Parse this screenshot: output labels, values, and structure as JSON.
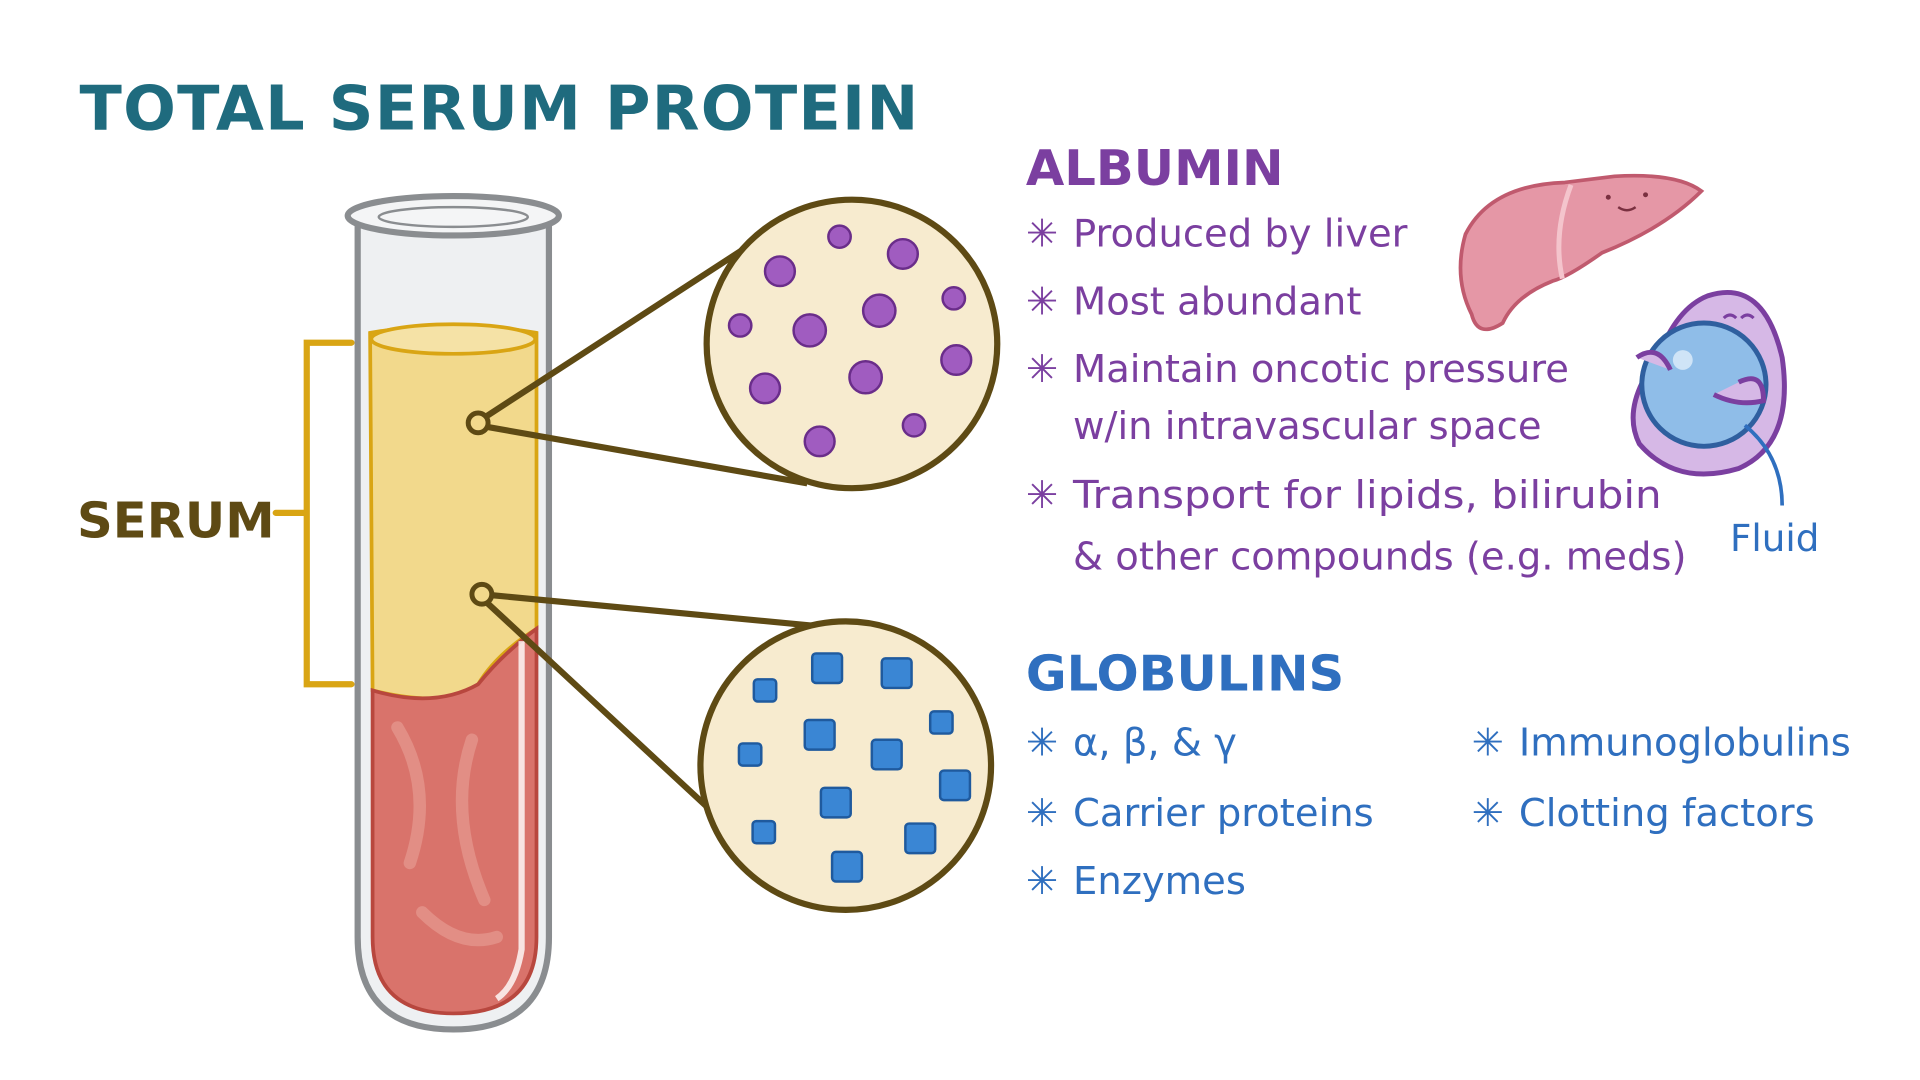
{
  "title": "TOTAL SERUM PROTEIN",
  "serum_label": "SERUM",
  "albumin": {
    "heading": "ALBUMIN",
    "bullet_symbol": "✳",
    "bullets": [
      {
        "lines": [
          "Produced by liver"
        ]
      },
      {
        "lines": [
          "Most abundant"
        ]
      },
      {
        "lines": [
          "Maintain oncotic pressure",
          "w/in intravascular space"
        ]
      },
      {
        "lines": [
          "Transport for lipids, bilirubin",
          "& other compounds (e.g. meds)"
        ]
      }
    ],
    "fluid_label": "Fluid"
  },
  "globulins": {
    "heading": "GLOBULINS",
    "col1": [
      "α, β, & γ",
      "Carrier proteins",
      "Enzymes"
    ],
    "col2": [
      "Immunoglobulins",
      "Clotting factors"
    ]
  },
  "colors": {
    "title": "#1f6b7e",
    "serum": "#5e4a14",
    "albumin": "#7b3fa0",
    "globulins": "#2f6fbf",
    "bracket": "#d9a514",
    "circle_fill": "#f7ebcf"
  }
}
